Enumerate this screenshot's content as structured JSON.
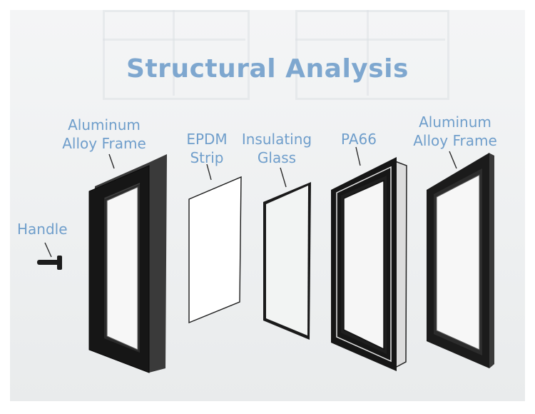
{
  "title": "Structural Analysis",
  "labels": {
    "handle": "Handle",
    "frame_left_1": "Aluminum",
    "frame_left_2": "Alloy Frame",
    "epdm_1": "EPDM",
    "epdm_2": "Strip",
    "glass_1": "Insulating",
    "glass_2": "Glass",
    "pa66": "PA66",
    "frame_right_1": "Aluminum",
    "frame_right_2": "Alloy Frame"
  },
  "colors": {
    "title": "#7ea7cf",
    "label": "#6f9ecb",
    "frame": "#1c1c1c",
    "leader": "#2a2a2a"
  }
}
